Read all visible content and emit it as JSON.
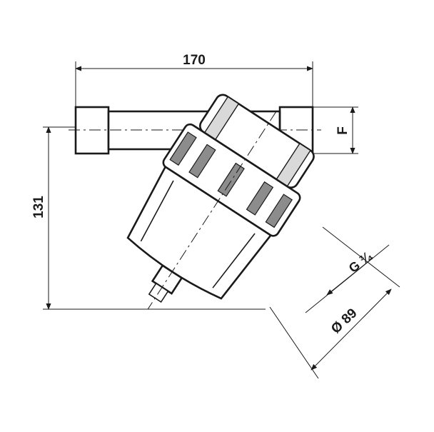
{
  "drawing": {
    "dimensions": {
      "length": "170",
      "height": "131",
      "thread_size": "F",
      "drain_thread": "G ¾",
      "diameter": "Ø 89"
    }
  }
}
